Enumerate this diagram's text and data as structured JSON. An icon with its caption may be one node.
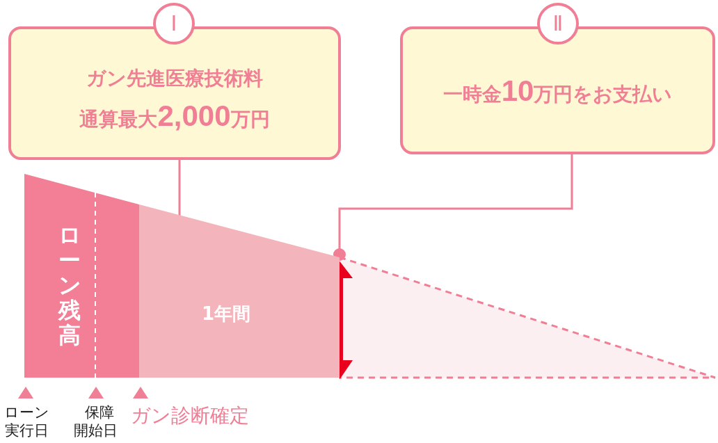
{
  "diagram": {
    "nodes": [
      {
        "text": [
          "Ⅰ"
        ]
      },
      {
        "text": [
          "ガン先進医療技術料通算最大2,000万円"
        ]
      },
      {
        "text": [
          "Ⅱ"
        ]
      },
      {
        "text": [
          "一時金10万円をお支払い"
        ]
      },
      {
        "text": [
          "ローン残高"
        ]
      },
      {
        "text": [
          "1年間"
        ]
      }
    ],
    "edges": [
      {
        "from": 1,
        "to": 5,
        "arrow": "other"
      },
      {
        "from": 3,
        "to": 5,
        "arrow": "other"
      }
    ],
    "labels": [
      "ローン実行日",
      "保障開始日",
      "ガン診断確定"
    ]
  }
}
